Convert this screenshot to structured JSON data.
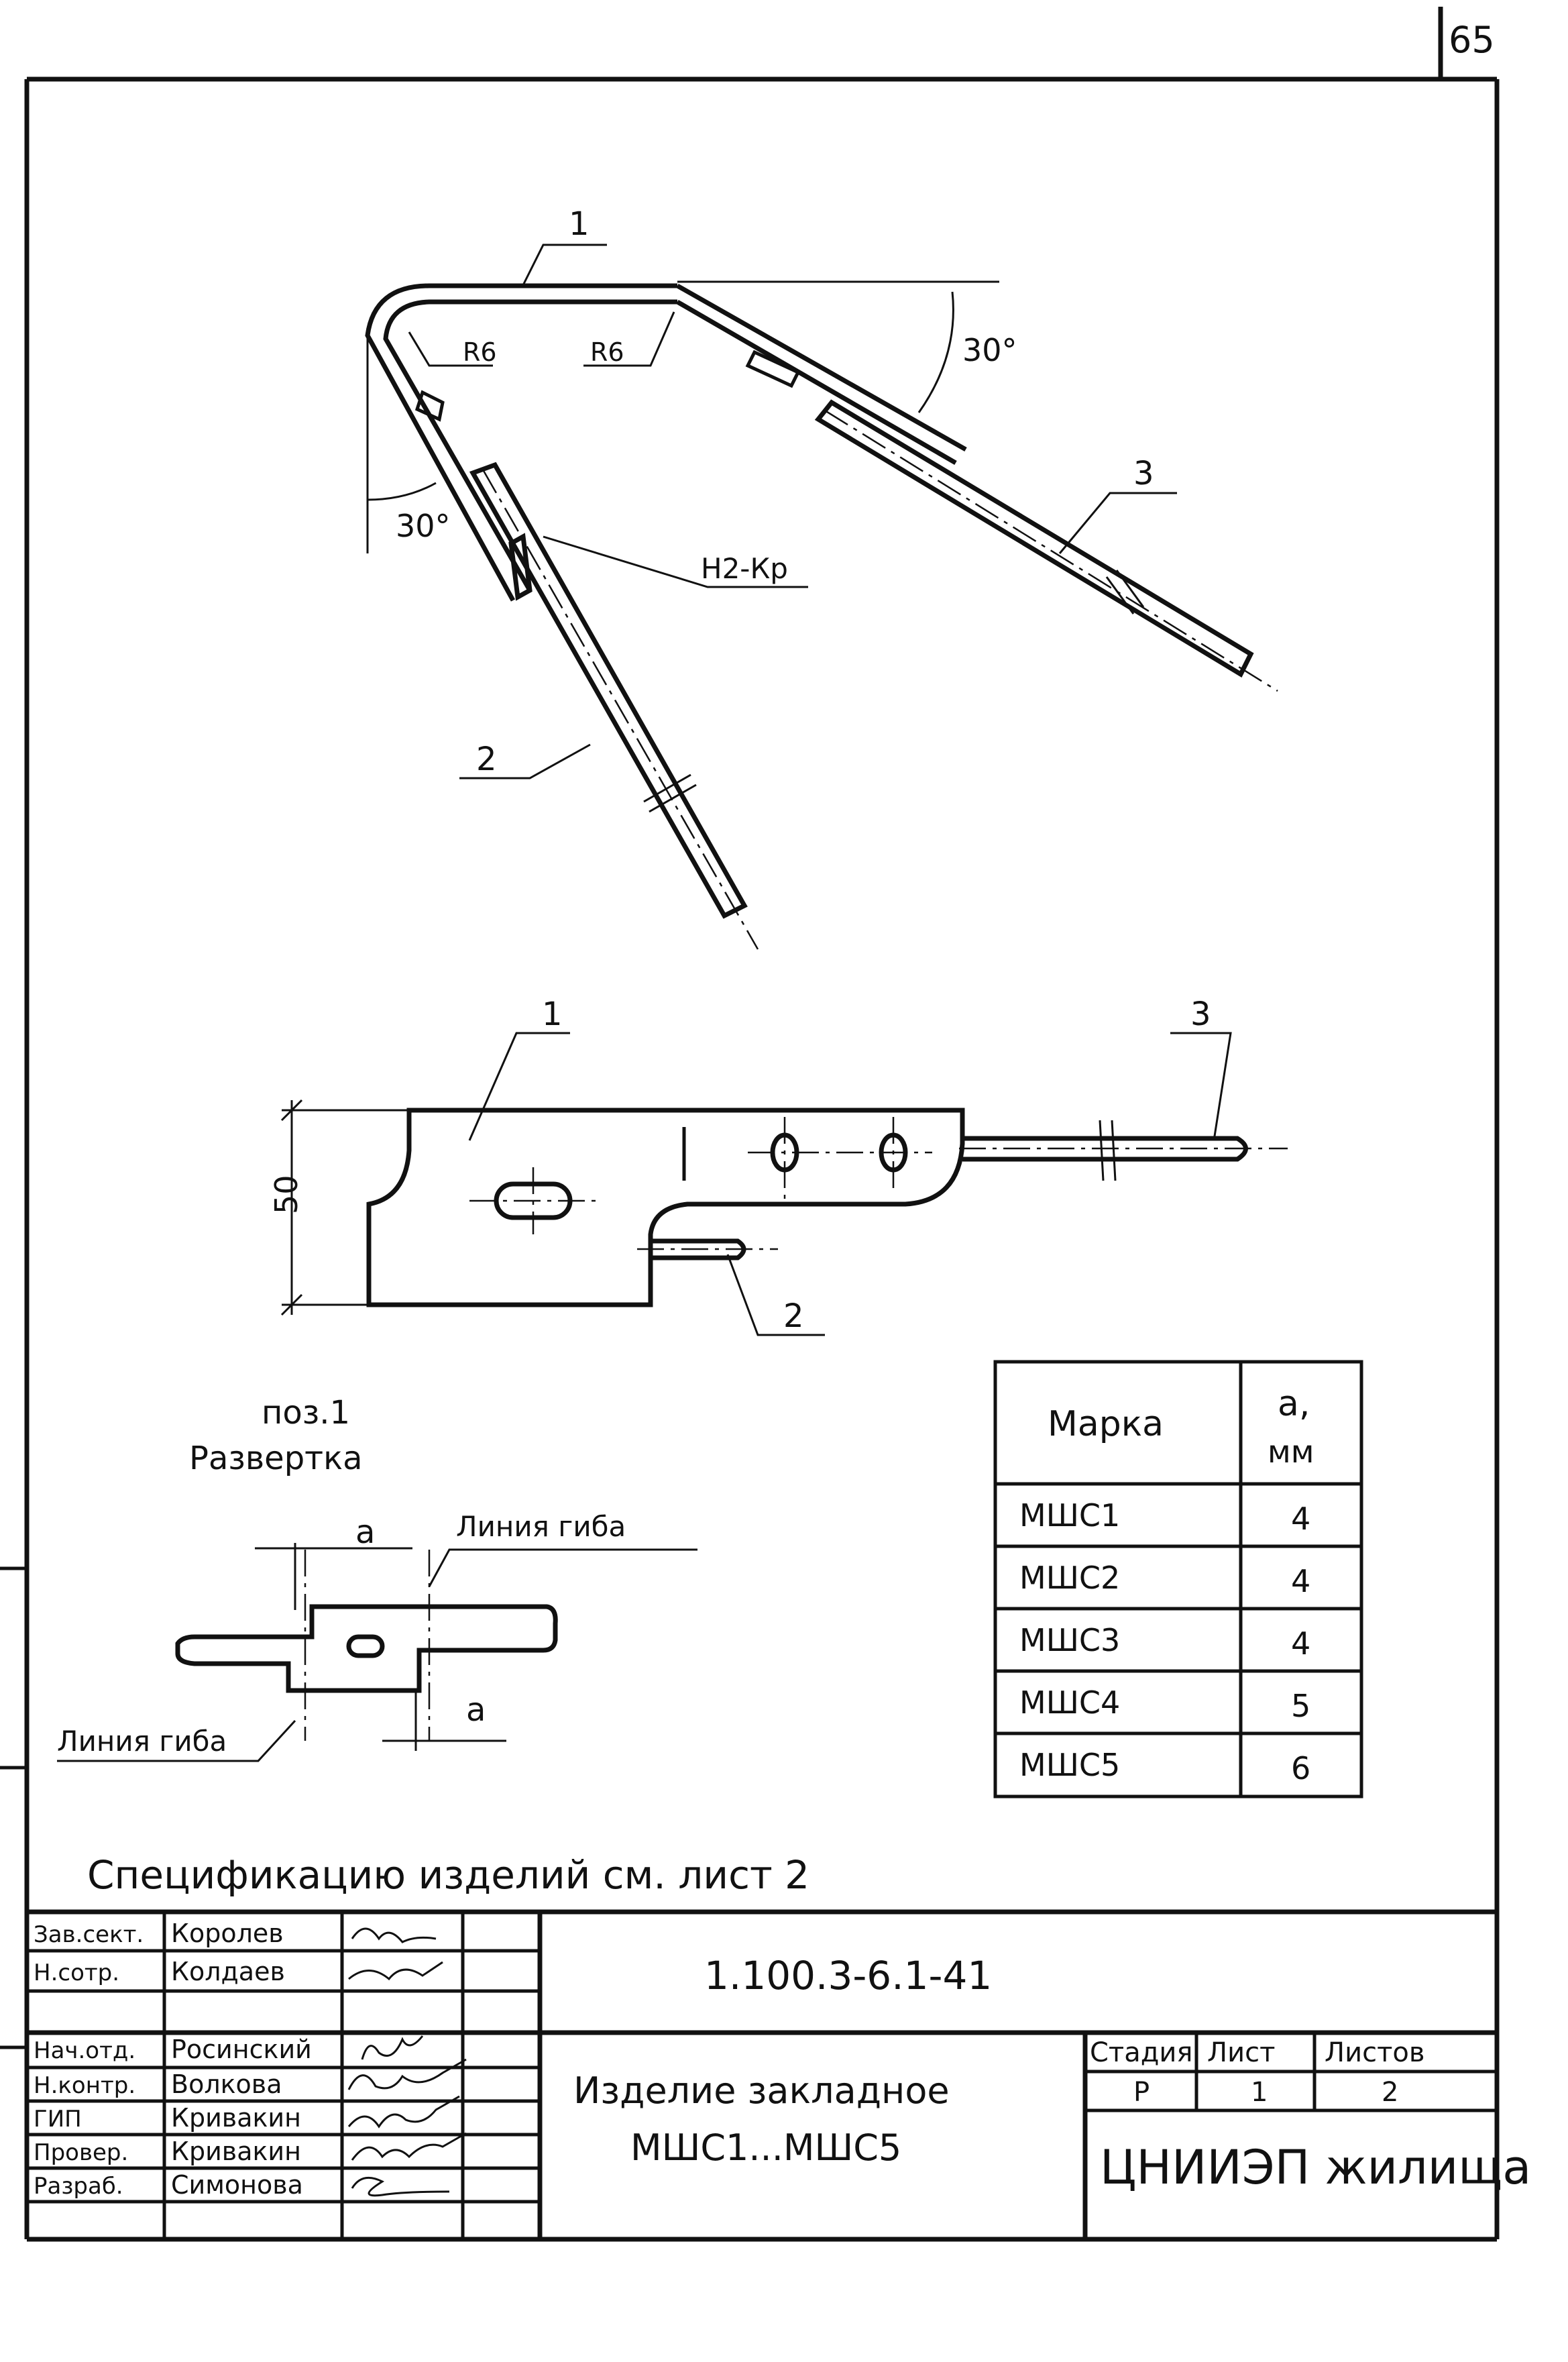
{
  "page_number": "65",
  "upper_view": {
    "callouts": [
      "1",
      "2",
      "3"
    ],
    "radius_labels": [
      "R6",
      "R6"
    ],
    "angle_labels": [
      "30°",
      "30°"
    ],
    "weld_label": "Н2-Кр"
  },
  "front_view": {
    "callouts": [
      "1",
      "2",
      "3"
    ],
    "dimension": "50"
  },
  "development": {
    "title_line1": "поз.1",
    "title_line2": "Развертка",
    "dim_a_top": "a",
    "dim_a_bottom": "a",
    "bend_line_top": "Линия гиба",
    "bend_line_bottom": "Линия гиба"
  },
  "marks_table": {
    "header_mark": "Марка",
    "header_a_line1": "a,",
    "header_a_line2": "мм",
    "rows": [
      {
        "mark": "МШС1",
        "a": "4"
      },
      {
        "mark": "МШС2",
        "a": "4"
      },
      {
        "mark": "МШС3",
        "a": "4"
      },
      {
        "mark": "МШС4",
        "a": "5"
      },
      {
        "mark": "МШС5",
        "a": "6"
      }
    ]
  },
  "spec_note": "Спецификацию изделий см. лист 2",
  "title_block": {
    "document_code": "1.100.3-6.1-41",
    "item_title_line1": "Изделие закладное",
    "item_title_line2": "МШС1...МШС5",
    "stage_header": "Стадия",
    "sheet_header": "Лист",
    "sheets_header": "Листов",
    "stage_value": "Р",
    "sheet_value": "1",
    "sheets_value": "2",
    "organization": "ЦНИИЭП жилища",
    "staff": [
      {
        "role": "Зав.сект.",
        "name": "Королев"
      },
      {
        "role": "Н.сотр.",
        "name": "Колдаев"
      },
      {
        "role": "",
        "name": ""
      },
      {
        "role": "Нач.отд.",
        "name": "Росинский"
      },
      {
        "role": "Н.контр.",
        "name": "Волкова"
      },
      {
        "role": "ГИП",
        "name": "Кривакин"
      },
      {
        "role": "Провер.",
        "name": "Кривакин"
      },
      {
        "role": "Разраб.",
        "name": "Симонова"
      }
    ]
  }
}
